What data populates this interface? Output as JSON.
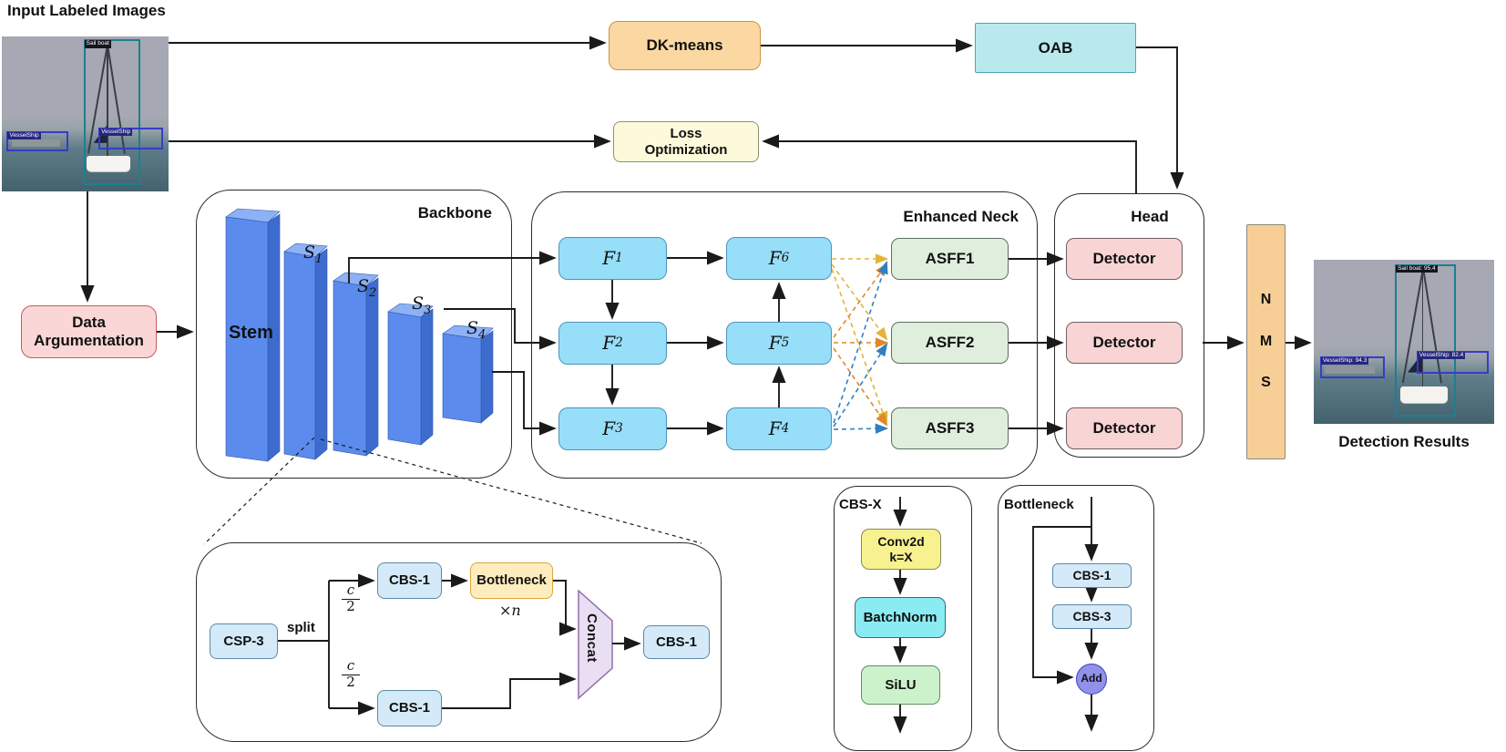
{
  "title": "Input Labeled Images",
  "flow": {
    "dk_means": "DK-means",
    "oab": "OAB",
    "loss_l1": "Loss",
    "loss_l2": "Optimization",
    "data_aug_l1": "Data",
    "data_aug_l2": "Argumentation"
  },
  "backbone": {
    "label": "Backbone",
    "stem": "Stem",
    "stages": [
      {
        "base": "S",
        "sub": "1"
      },
      {
        "base": "S",
        "sub": "2"
      },
      {
        "base": "S",
        "sub": "3"
      },
      {
        "base": "S",
        "sub": "4"
      }
    ]
  },
  "neck": {
    "label": "Enhanced Neck",
    "f": [
      {
        "base": "F",
        "sub": "1"
      },
      {
        "base": "F",
        "sub": "2"
      },
      {
        "base": "F",
        "sub": "3"
      },
      {
        "base": "F",
        "sub": "4"
      },
      {
        "base": "F",
        "sub": "5"
      },
      {
        "base": "F",
        "sub": "6"
      }
    ],
    "asff": [
      "ASFF1",
      "ASFF2",
      "ASFF3"
    ]
  },
  "head": {
    "label": "Head",
    "detectors": [
      "Detector",
      "Detector",
      "Detector"
    ]
  },
  "nms": {
    "letters": [
      "N",
      "M",
      "S"
    ]
  },
  "output": {
    "caption": "Detection Results",
    "boxes": {
      "sail": "Sail boat: 95.4",
      "vessel_left": "VesselShip: 94.3",
      "vessel_right": "VesselShip: 82.4"
    }
  },
  "input_photo": {
    "boxes": {
      "sail": "Sail boat",
      "vessel_left": "VesselShip",
      "vessel_right": "VesselShip"
    }
  },
  "csp": {
    "node": "CSP-3",
    "split": "split",
    "frac_num": "c",
    "frac_den": "2",
    "cbs_top": "CBS-1",
    "bottleneck": "Bottleneck",
    "times_n": "×n",
    "concat": "Concat",
    "cbs_out": "CBS-1",
    "cbs_bottom": "CBS-1"
  },
  "cbsx": {
    "label": "CBS-X",
    "conv_l1": "Conv2d",
    "conv_l2": "k=X",
    "batchnorm": "BatchNorm",
    "silu": "SiLU"
  },
  "bneck": {
    "label": "Bottleneck",
    "cbs1": "CBS-1",
    "cbs3": "CBS-3",
    "add": "Add"
  },
  "colors": {
    "slab_front": "#5b8bec",
    "f_box": "#97def8",
    "asff_box": "#e0eedd",
    "detector_box": "#f9d4d4",
    "dk_means_box": "#fbd8a2",
    "oab_box": "#b9e9ec",
    "loss_box": "#fdfadb",
    "nms_box": "#f7cf96",
    "dashed_gold": "#e3b33c",
    "dashed_orange": "#e0882a",
    "dashed_blue": "#2f7fc1"
  }
}
